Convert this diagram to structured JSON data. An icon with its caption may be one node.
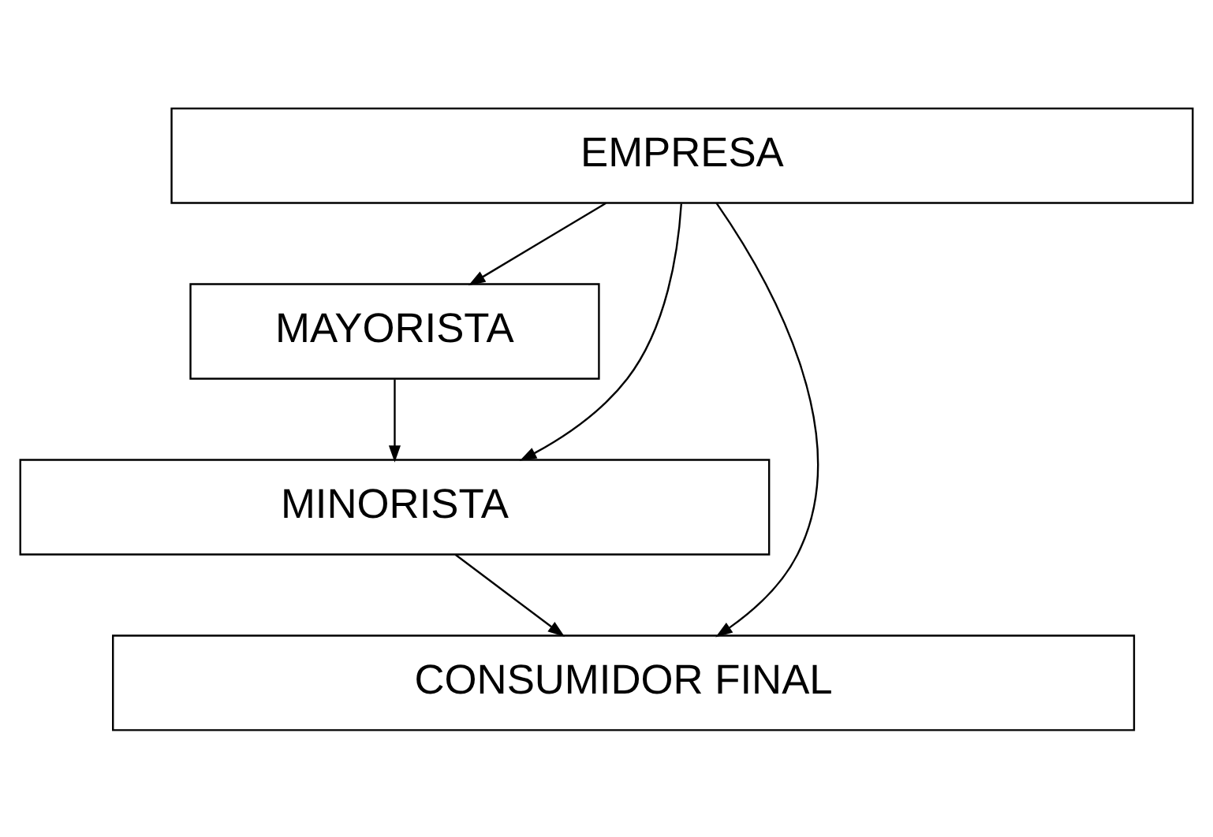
{
  "diagram": {
    "nodes": [
      {
        "text": [
          "EMPRESA"
        ]
      },
      {
        "text": [
          "MAYORISTA"
        ]
      },
      {
        "text": [
          "MINORISTA"
        ]
      },
      {
        "text": [
          "CONSUMIDOR FINAL"
        ]
      }
    ],
    "edges": [
      {
        "from": 0,
        "to": 3,
        "arrow": "to"
      },
      {
        "from": 0,
        "to": 2,
        "arrow": "to"
      },
      {
        "from": 0,
        "to": 1,
        "arrow": "to"
      },
      {
        "from": 1,
        "to": 2,
        "arrow": "to"
      },
      {
        "from": 2,
        "to": 3,
        "arrow": "to"
      }
    ]
  }
}
